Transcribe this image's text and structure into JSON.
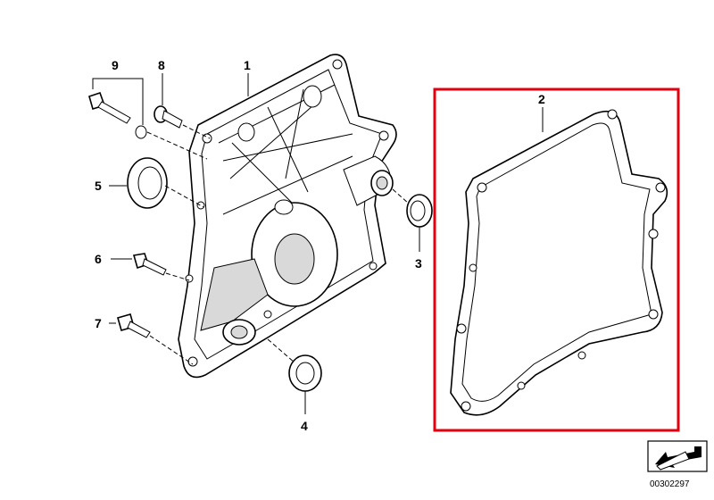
{
  "callouts": {
    "c1": "1",
    "c2": "2",
    "c3": "3",
    "c4": "4",
    "c5": "5",
    "c6": "6",
    "c7": "7",
    "c8": "8",
    "c9": "9"
  },
  "reference_number": "00302297",
  "colors": {
    "highlight": "#e3000f",
    "line": "#000000",
    "background": "#ffffff"
  },
  "icons": {
    "reference": "arrow-down-left-icon"
  }
}
